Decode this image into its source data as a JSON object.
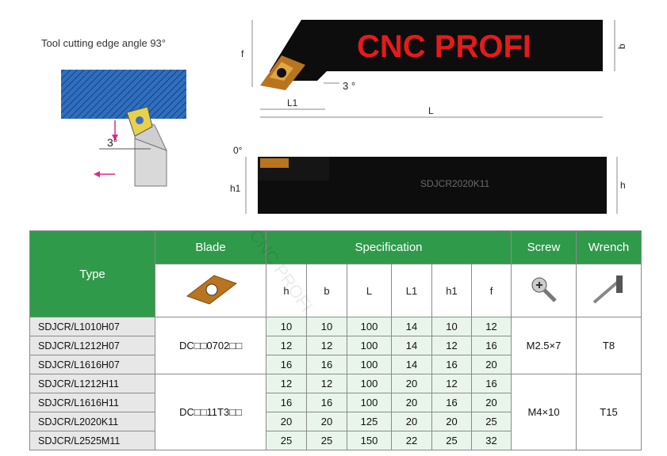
{
  "diagram": {
    "caption": "Tool cutting edge angle 93°",
    "angle_left": "3°",
    "angle_top": "3 °",
    "angle_side": "0°",
    "dims": {
      "f": "f",
      "b": "b",
      "L1": "L1",
      "L": "L",
      "h1": "h1",
      "h": "h"
    },
    "brand": "CNC PROFI",
    "holder_marking": "SDJCR2020K11",
    "watermark": "CNC PROFI",
    "colors": {
      "brand": "#e41b1b",
      "table_header": "#2f9a4a",
      "holder": "#0d0d0d",
      "insert": "#b8741e"
    }
  },
  "table": {
    "headers": {
      "type": "Type",
      "blade": "Blade",
      "specification": "Specification",
      "screw": "Screw",
      "wrench": "Wrench"
    },
    "spec_columns": [
      "h",
      "b",
      "L",
      "L1",
      "h1",
      "f"
    ],
    "icons": {
      "blade": "insert-icon",
      "screw": "screw-icon",
      "wrench": "wrench-icon"
    },
    "rows": [
      {
        "type": "SDJCR/L1010H07",
        "values": [
          "10",
          "10",
          "100",
          "14",
          "10",
          "12"
        ]
      },
      {
        "type": "SDJCR/L1212H07",
        "values": [
          "12",
          "12",
          "100",
          "14",
          "12",
          "16"
        ]
      },
      {
        "type": "SDJCR/L1616H07",
        "values": [
          "16",
          "16",
          "100",
          "14",
          "16",
          "20"
        ]
      },
      {
        "type": "SDJCR/L1212H11",
        "values": [
          "12",
          "12",
          "100",
          "20",
          "12",
          "16"
        ]
      },
      {
        "type": "SDJCR/L1616H11",
        "values": [
          "16",
          "16",
          "100",
          "20",
          "16",
          "20"
        ]
      },
      {
        "type": "SDJCR/L2020K11",
        "values": [
          "20",
          "20",
          "125",
          "20",
          "20",
          "25"
        ]
      },
      {
        "type": "SDJCR/L2525M11",
        "values": [
          "25",
          "25",
          "150",
          "22",
          "25",
          "32"
        ]
      }
    ],
    "groups": [
      {
        "blade": "DC□□0702□□",
        "screw": "M2.5×7",
        "wrench": "T8"
      },
      {
        "blade": "DC□□11T3□□",
        "screw": "M4×10",
        "wrench": "T15"
      }
    ]
  }
}
